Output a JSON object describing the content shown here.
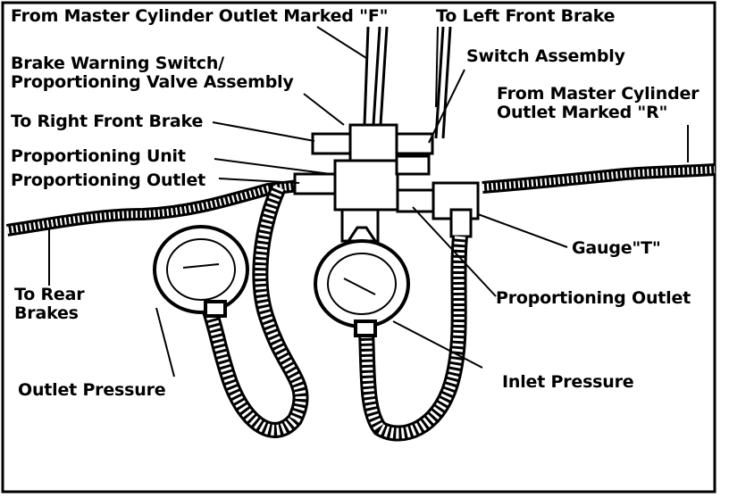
{
  "labels": {
    "master_outlet_f": "From Master Cylinder Outlet Marked \"F\"",
    "left_front_brake": "To Left Front Brake",
    "brake_warning_line1": "Brake Warning Switch/",
    "brake_warning_line2": "Proportioning Valve Assembly",
    "switch_assembly": "Switch Assembly",
    "master_outlet_r_line1": "From Master Cylinder",
    "master_outlet_r_line2": "Outlet Marked \"R\"",
    "right_front_brake": "To Right Front Brake",
    "proportioning_unit": "Proportioning Unit",
    "proportioning_outlet_left": "Proportioning Outlet",
    "gauge_t": "Gauge\"T\"",
    "rear_brakes_line1": "To Rear",
    "rear_brakes_line2": "Brakes",
    "proportioning_outlet_right": "Proportioning Outlet",
    "outlet_pressure": "Outlet Pressure",
    "inlet_pressure": "Inlet Pressure"
  },
  "colors": {
    "ink": "#000000",
    "paper": "#ffffff"
  }
}
